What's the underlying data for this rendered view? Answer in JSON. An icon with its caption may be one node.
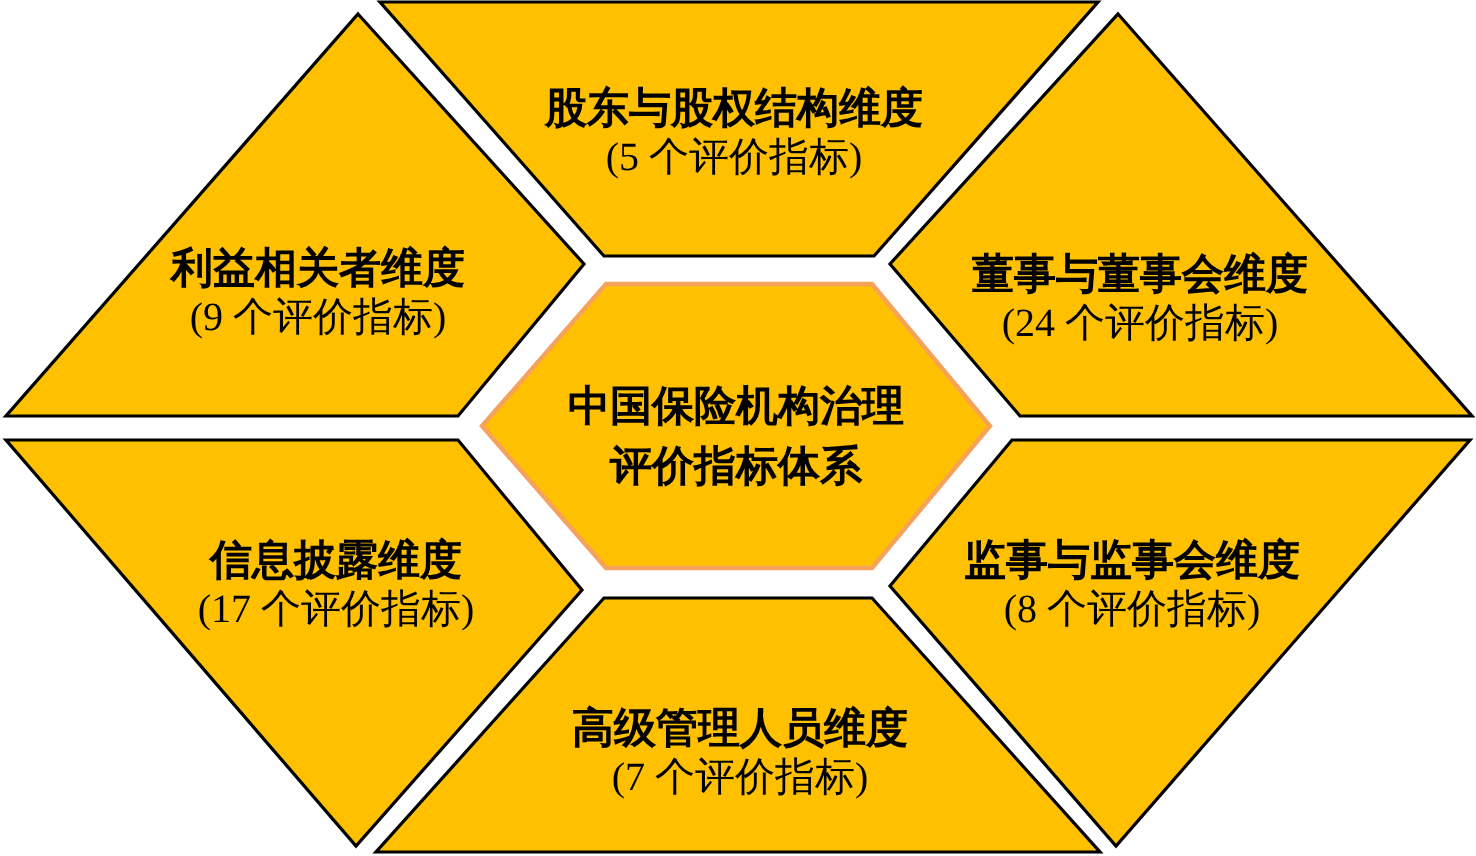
{
  "diagram": {
    "nodes": [
      {
        "text": [
          "股东与股权结构维度",
          "(5 个评价指标)"
        ]
      },
      {
        "text": [
          "利益相关者维度",
          "(9 个评价指标)"
        ]
      },
      {
        "text": [
          "董事与董事会维度",
          "(24 个评价指标)"
        ]
      },
      {
        "text": [
          "中国保险机构治理评价指标体系"
        ]
      },
      {
        "text": [
          "信息披露维度",
          "(17 个评价指标)"
        ]
      },
      {
        "text": [
          "监事与监事会维度",
          "(8 个评价指标)"
        ]
      },
      {
        "text": [
          "高级管理人员维度",
          "(7 个评价指标)"
        ]
      }
    ]
  }
}
